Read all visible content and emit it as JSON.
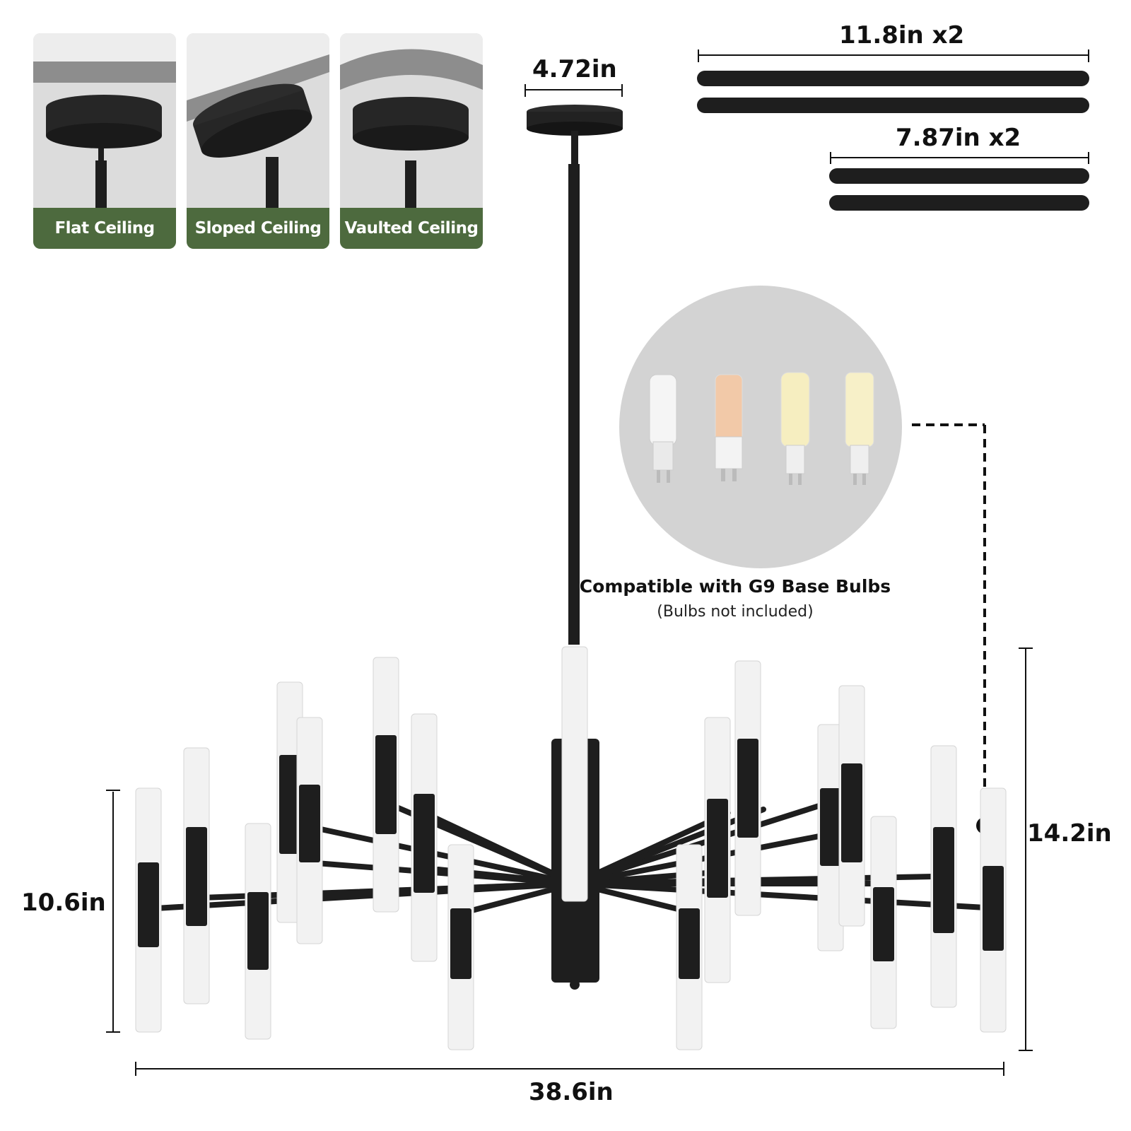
{
  "mount_options": [
    {
      "label": "Flat Ceiling"
    },
    {
      "label": "Sloped Ceiling"
    },
    {
      "label": "Vaulted Ceiling"
    }
  ],
  "dimensions": {
    "canopy_width": "4.72in",
    "rod_long": "11.8in x2",
    "rod_short": "7.87in x2",
    "fixture_height": "10.6in",
    "total_height": "14.2in",
    "fixture_width": "38.6in"
  },
  "bulbs": {
    "title": "Compatible with G9 Base Bulbs",
    "note": "(Bulbs not included)"
  },
  "colors": {
    "card_label_bg": "#4d6a3e",
    "fixture_black": "#1e1e1e",
    "shade_white": "#f2f2f2"
  }
}
